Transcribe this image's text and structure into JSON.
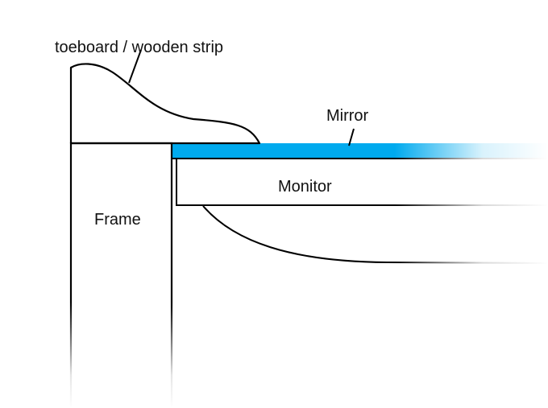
{
  "diagram": {
    "labels": {
      "toeboard": "toeboard / wooden strip",
      "mirror": "Mirror",
      "monitor": "Monitor",
      "frame": "Frame"
    },
    "colors": {
      "line": "#000000",
      "mirror_blue": "#00aaee",
      "background": "#ffffff"
    }
  }
}
